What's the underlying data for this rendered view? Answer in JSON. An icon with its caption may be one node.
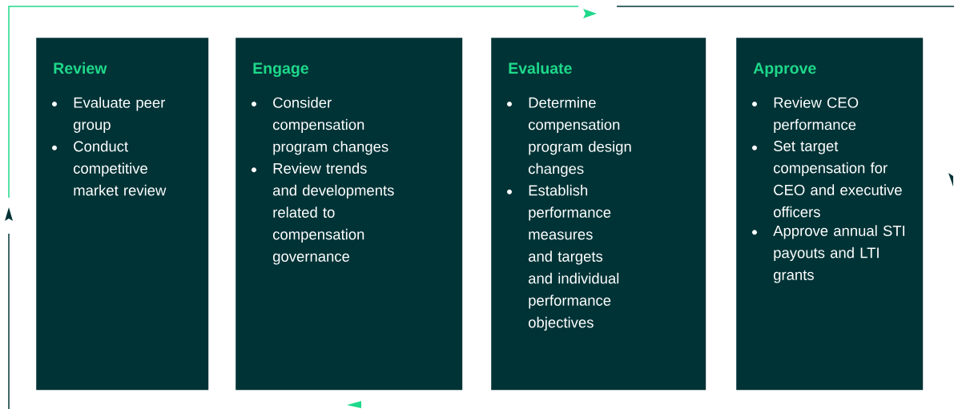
{
  "diagram": {
    "nodes": [
      {
        "text": [
          "Review",
          "Evaluate peer group",
          "Conduct competitive market review"
        ]
      },
      {
        "text": [
          "Engage",
          "Consider compensation program changes",
          "Review trends and developments related to compensation governance"
        ]
      },
      {
        "text": [
          "Evaluate",
          "Determine compensation program design changes",
          "Establish performance measures and targets and individual performance objectives"
        ]
      },
      {
        "text": [
          "Approve",
          "Review CEO performance",
          "Set target compensation for CEO and executive officers",
          "Approve annual STI payouts and LTI grants"
        ]
      }
    ],
    "edges": []
  }
}
